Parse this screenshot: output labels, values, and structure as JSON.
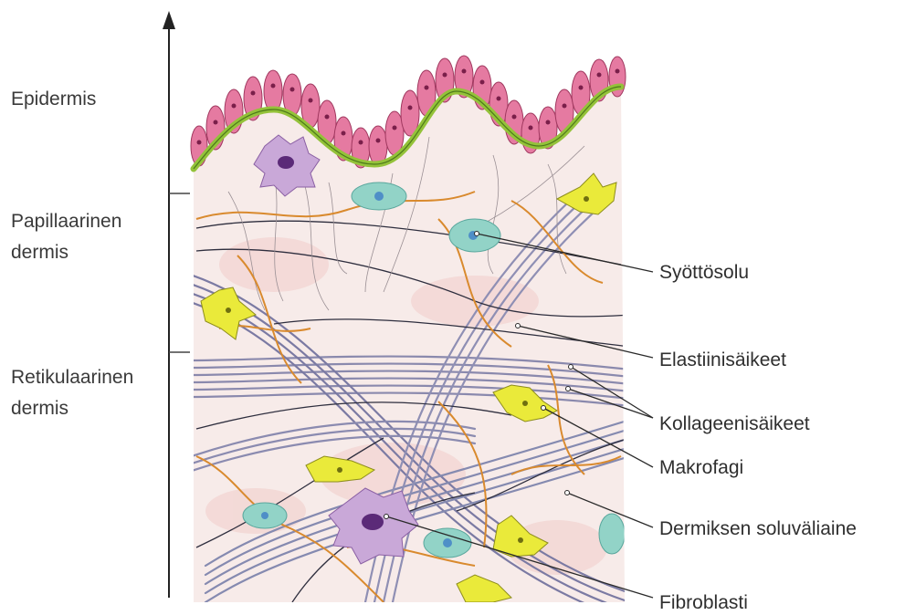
{
  "layers": [
    {
      "id": "epidermis",
      "label": "Epidermis"
    },
    {
      "id": "papillary",
      "label": "Papillaarinen\ndermis"
    },
    {
      "id": "reticular",
      "label": "Retikulaarinen\ndermis"
    }
  ],
  "callouts": [
    {
      "id": "mast-cell",
      "label": "Syöttösolu"
    },
    {
      "id": "elastic-fibers",
      "label": "Elastiinisäikeet"
    },
    {
      "id": "collagen-fibers",
      "label": "Kollageenisäikeet"
    },
    {
      "id": "macrophage",
      "label": "Makrofagi"
    },
    {
      "id": "ground-substance",
      "label": "Dermiksen soluväliaine"
    },
    {
      "id": "fibroblast",
      "label": "Fibroblasti"
    }
  ],
  "colors": {
    "epidermis_cells": "#e37aa0",
    "basement_membrane": "#9bc43c",
    "collagen_bundles": "#6f6f9a",
    "elastic_fibers": "#333344",
    "reticular_fibers": "#d98a2e",
    "fibroblast": "#e8e83a",
    "macrophage": "#b58fc8",
    "mast_cell": "#7ccbc3",
    "ground": "#f6e6e4"
  }
}
